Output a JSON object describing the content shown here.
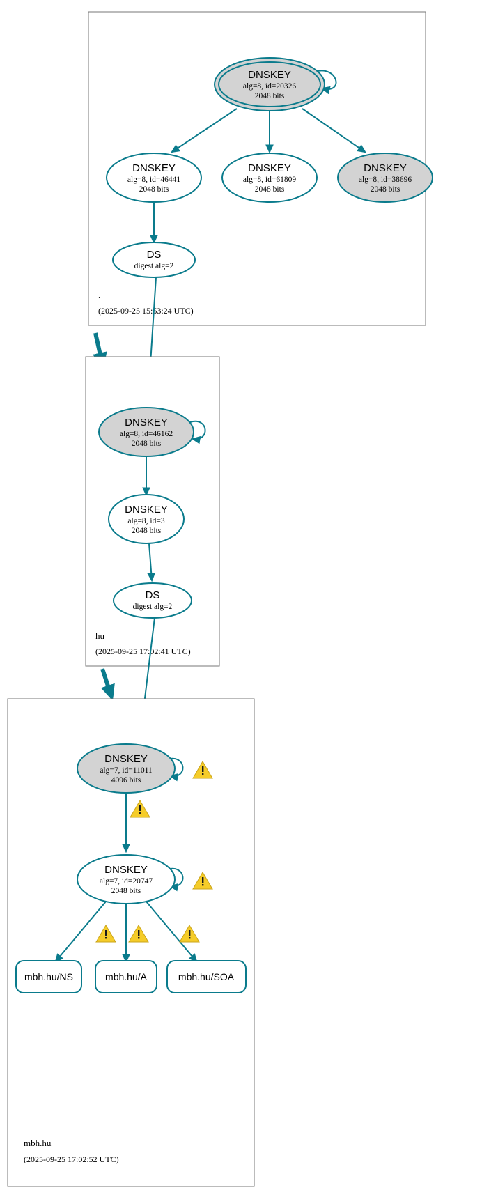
{
  "diagram": {
    "kind": "dnssec-authentication-chain",
    "background": "#ffffff",
    "accent_color": "#0a7b8c",
    "node_fill_secure": "#d3d3d3",
    "node_fill_plain": "#ffffff",
    "zone_border_color": "#777777",
    "warning_color": "#f5cc29"
  },
  "zones": [
    {
      "id": "root",
      "name": ".",
      "timestamp": "(2025-09-25 15:53:24 UTC)",
      "nodes": [
        {
          "id": "root-ksk",
          "type": "DNSKEY",
          "title": "DNSKEY",
          "line2": "alg=8, id=20326",
          "line3": "2048 bits",
          "alg": 8,
          "key_id": 20326,
          "bits": 2048,
          "role": "ksk",
          "shaded": true,
          "double_outline": true,
          "self_signed": true
        },
        {
          "id": "root-zsk-46441",
          "type": "DNSKEY",
          "title": "DNSKEY",
          "line2": "alg=8, id=46441",
          "line3": "2048 bits",
          "alg": 8,
          "key_id": 46441,
          "bits": 2048,
          "role": "zsk",
          "shaded": false,
          "double_outline": false,
          "self_signed": false
        },
        {
          "id": "root-zsk-61809",
          "type": "DNSKEY",
          "title": "DNSKEY",
          "line2": "alg=8, id=61809",
          "line3": "2048 bits",
          "alg": 8,
          "key_id": 61809,
          "bits": 2048,
          "role": "zsk",
          "shaded": false,
          "double_outline": false,
          "self_signed": false
        },
        {
          "id": "root-zsk-38696",
          "type": "DNSKEY",
          "title": "DNSKEY",
          "line2": "alg=8, id=38696",
          "line3": "2048 bits",
          "alg": 8,
          "key_id": 38696,
          "bits": 2048,
          "role": "zsk",
          "shaded": true,
          "double_outline": false,
          "self_signed": false
        },
        {
          "id": "root-ds",
          "type": "DS",
          "title": "DS",
          "line2": "digest alg=2",
          "line3": "",
          "digest_alg": 2,
          "shaded": false,
          "double_outline": false,
          "self_signed": false
        }
      ]
    },
    {
      "id": "hu",
      "name": "hu",
      "timestamp": "(2025-09-25 17:02:41 UTC)",
      "nodes": [
        {
          "id": "hu-ksk",
          "type": "DNSKEY",
          "title": "DNSKEY",
          "line2": "alg=8, id=46162",
          "line3": "2048 bits",
          "alg": 8,
          "key_id": 46162,
          "bits": 2048,
          "role": "ksk",
          "shaded": true,
          "double_outline": false,
          "self_signed": true
        },
        {
          "id": "hu-zsk",
          "type": "DNSKEY",
          "title": "DNSKEY",
          "line2": "alg=8, id=3",
          "line3": "2048 bits",
          "alg": 8,
          "key_id": 3,
          "bits": 2048,
          "role": "zsk",
          "shaded": false,
          "double_outline": false,
          "self_signed": false
        },
        {
          "id": "hu-ds",
          "type": "DS",
          "title": "DS",
          "line2": "digest alg=2",
          "line3": "",
          "digest_alg": 2,
          "shaded": false,
          "double_outline": false,
          "self_signed": false
        }
      ]
    },
    {
      "id": "mbhhu",
      "name": "mbh.hu",
      "timestamp": "(2025-09-25 17:02:52 UTC)",
      "nodes": [
        {
          "id": "mbh-ksk",
          "type": "DNSKEY",
          "title": "DNSKEY",
          "line2": "alg=7, id=11011",
          "line3": "4096 bits",
          "alg": 7,
          "key_id": 11011,
          "bits": 4096,
          "role": "ksk",
          "shaded": true,
          "double_outline": false,
          "self_signed": true
        },
        {
          "id": "mbh-zsk",
          "type": "DNSKEY",
          "title": "DNSKEY",
          "line2": "alg=7, id=20747",
          "line3": "2048 bits",
          "alg": 7,
          "key_id": 20747,
          "bits": 2048,
          "role": "zsk",
          "shaded": false,
          "double_outline": false,
          "self_signed": true
        }
      ],
      "rrsets": [
        {
          "id": "rr-ns",
          "label": "mbh.hu/NS"
        },
        {
          "id": "rr-a",
          "label": "mbh.hu/A"
        },
        {
          "id": "rr-soa",
          "label": "mbh.hu/SOA"
        }
      ]
    }
  ],
  "warnings": [
    {
      "id": "warn-mbh-ksk-selfsig",
      "attached_to": "mbh-ksk"
    },
    {
      "id": "warn-mbh-ksk-to-zsk",
      "attached_to": "mbh-ksk->mbh-zsk"
    },
    {
      "id": "warn-mbh-zsk-selfsig",
      "attached_to": "mbh-zsk"
    },
    {
      "id": "warn-rr-ns",
      "attached_to": "mbh-zsk->rr-ns"
    },
    {
      "id": "warn-rr-a",
      "attached_to": "mbh-zsk->rr-a"
    },
    {
      "id": "warn-rr-soa",
      "attached_to": "mbh-zsk->rr-soa"
    }
  ]
}
